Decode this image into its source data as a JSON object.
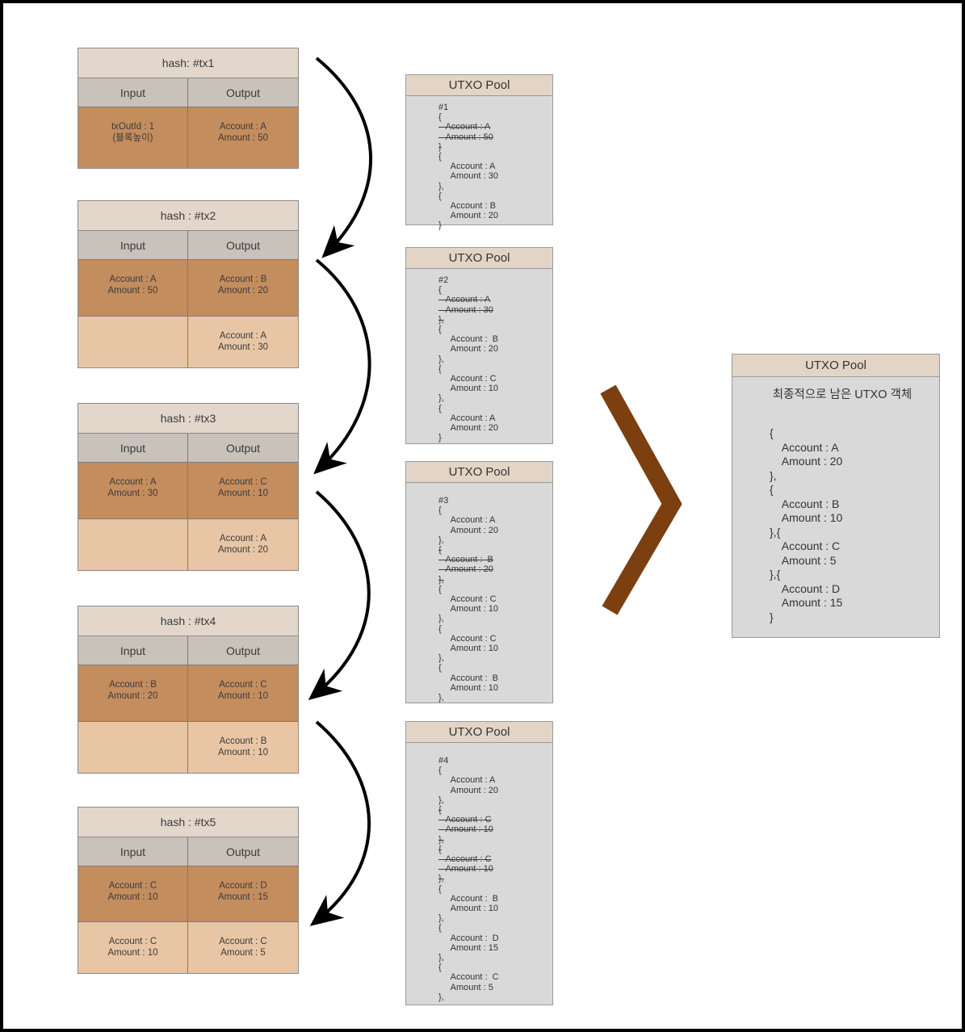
{
  "diagram": {
    "title": "UTXO transaction flow",
    "colors": {
      "tx_header": "#E3D7CB",
      "tx_colhead": "#C9C2BA",
      "tx_row_dark": "#C48D5E",
      "tx_row_light": "#E8C6A5",
      "pool_header": "#E3D5C6",
      "pool_body": "#D9D9D9",
      "chevron": "#7B3F10",
      "arrow": "#000000",
      "canvas_border": "#000000"
    }
  },
  "transactions": [
    {
      "hash": "hash: #tx1",
      "col_input": "Input",
      "col_output": "Output",
      "rows": [
        {
          "tone": "dark",
          "input": [
            "txOutId : 1",
            "(블록높이)"
          ],
          "output": [
            "Account : A",
            "Amount : 50"
          ]
        }
      ]
    },
    {
      "hash": "hash : #tx2",
      "col_input": "Input",
      "col_output": "Output",
      "rows": [
        {
          "tone": "dark",
          "input": [
            "Account : A",
            "Amount : 50"
          ],
          "output": [
            "Account : B",
            "Amount : 20"
          ]
        },
        {
          "tone": "light",
          "input": [],
          "output": [
            "Account : A",
            "Amount : 30"
          ]
        }
      ]
    },
    {
      "hash": "hash : #tx3",
      "col_input": "Input",
      "col_output": "Output",
      "rows": [
        {
          "tone": "dark",
          "input": [
            "Account : A",
            "Amount : 30"
          ],
          "output": [
            "Account : C",
            "Amount : 10"
          ]
        },
        {
          "tone": "light",
          "input": [],
          "output": [
            "Account : A",
            "Amount : 20"
          ]
        }
      ]
    },
    {
      "hash": "hash : #tx4",
      "col_input": "Input",
      "col_output": "Output",
      "rows": [
        {
          "tone": "dark",
          "input": [
            "Account : B",
            "Amount : 20"
          ],
          "output": [
            "Account : C",
            "Amount : 10"
          ]
        },
        {
          "tone": "light",
          "input": [],
          "output": [
            "Account : B",
            "Amount : 10"
          ]
        }
      ]
    },
    {
      "hash": "hash : #tx5",
      "col_input": "Input",
      "col_output": "Output",
      "rows": [
        {
          "tone": "dark",
          "input": [
            "Account : C",
            "Amount : 10"
          ],
          "output": [
            "Account : D",
            "Amount : 15"
          ]
        },
        {
          "tone": "light",
          "input": [
            "Account : C",
            "Amount : 10"
          ],
          "output": [
            "Account : C",
            "Amount : 5"
          ]
        }
      ]
    }
  ],
  "pools": [
    {
      "header": "UTXO Pool",
      "lines": [
        {
          "text": "#1",
          "struck": false
        },
        {
          "text": "{",
          "struck": false
        },
        {
          "text": "   Account : A",
          "struck": true
        },
        {
          "text": "   Amount : 50",
          "struck": true
        },
        {
          "text": "}",
          "struck": true
        },
        {
          "text": "{",
          "struck": false
        },
        {
          "text": "     Account : A",
          "struck": false
        },
        {
          "text": "     Amount : 30",
          "struck": false
        },
        {
          "text": "},",
          "struck": false
        },
        {
          "text": "{",
          "struck": false
        },
        {
          "text": "     Account : B",
          "struck": false
        },
        {
          "text": "     Amount : 20",
          "struck": false
        },
        {
          "text": "}",
          "struck": false
        }
      ]
    },
    {
      "header": "UTXO Pool",
      "lines": [
        {
          "text": "#2",
          "struck": false
        },
        {
          "text": "{",
          "struck": false
        },
        {
          "text": "   Account : A",
          "struck": true
        },
        {
          "text": "   Amount : 30",
          "struck": true
        },
        {
          "text": "},",
          "struck": true
        },
        {
          "text": "{",
          "struck": false
        },
        {
          "text": "     Account :  B",
          "struck": false
        },
        {
          "text": "     Amount : 20",
          "struck": false
        },
        {
          "text": "},",
          "struck": false
        },
        {
          "text": "{",
          "struck": false
        },
        {
          "text": "     Account : C",
          "struck": false
        },
        {
          "text": "     Amount : 10",
          "struck": false
        },
        {
          "text": "},",
          "struck": false
        },
        {
          "text": "{",
          "struck": false
        },
        {
          "text": "     Account : A",
          "struck": false
        },
        {
          "text": "     Amount : 20",
          "struck": false
        },
        {
          "text": "}",
          "struck": false
        }
      ]
    },
    {
      "header": "UTXO Pool",
      "lines": [
        {
          "text": "#3",
          "struck": false
        },
        {
          "text": "{",
          "struck": false
        },
        {
          "text": "     Account : A",
          "struck": false
        },
        {
          "text": "     Amount : 20",
          "struck": false
        },
        {
          "text": "},",
          "struck": false
        },
        {
          "text": "{",
          "struck": true
        },
        {
          "text": "   Account :  B",
          "struck": true
        },
        {
          "text": "   Amount : 20",
          "struck": true
        },
        {
          "text": "},",
          "struck": true
        },
        {
          "text": "{",
          "struck": false
        },
        {
          "text": "     Account : C",
          "struck": false
        },
        {
          "text": "     Amount : 10",
          "struck": false
        },
        {
          "text": "},",
          "struck": false
        },
        {
          "text": "{",
          "struck": false
        },
        {
          "text": "     Account : C",
          "struck": false
        },
        {
          "text": "     Amount : 10",
          "struck": false
        },
        {
          "text": "},",
          "struck": false
        },
        {
          "text": "{",
          "struck": false
        },
        {
          "text": "     Account :  B",
          "struck": false
        },
        {
          "text": "     Amount : 10",
          "struck": false
        },
        {
          "text": "},",
          "struck": false
        }
      ]
    },
    {
      "header": "UTXO Pool",
      "lines": [
        {
          "text": "#4",
          "struck": false
        },
        {
          "text": "{",
          "struck": false
        },
        {
          "text": "     Account : A",
          "struck": false
        },
        {
          "text": "     Amount : 20",
          "struck": false
        },
        {
          "text": "},",
          "struck": false
        },
        {
          "text": "{",
          "struck": true
        },
        {
          "text": "   Account : C",
          "struck": true
        },
        {
          "text": "   Amount : 10",
          "struck": true
        },
        {
          "text": "},",
          "struck": true
        },
        {
          "text": "{",
          "struck": true
        },
        {
          "text": "   Account : C",
          "struck": true
        },
        {
          "text": "   Amount : 10",
          "struck": true
        },
        {
          "text": "},",
          "struck": true
        },
        {
          "text": "{",
          "struck": false
        },
        {
          "text": "     Account :  B",
          "struck": false
        },
        {
          "text": "     Amount : 10",
          "struck": false
        },
        {
          "text": "},",
          "struck": false
        },
        {
          "text": "{",
          "struck": false
        },
        {
          "text": "     Account :  D",
          "struck": false
        },
        {
          "text": "     Amount : 15",
          "struck": false
        },
        {
          "text": "},",
          "struck": false
        },
        {
          "text": "{",
          "struck": false
        },
        {
          "text": "     Account :  C",
          "struck": false
        },
        {
          "text": "     Amount : 5",
          "struck": false
        },
        {
          "text": "},",
          "struck": false
        }
      ]
    }
  ],
  "final_pool": {
    "header": "UTXO Pool",
    "caption": "최종적으로 남은 UTXO 객체",
    "lines": [
      {
        "text": "{",
        "struck": false
      },
      {
        "text": "    Account : A",
        "struck": false
      },
      {
        "text": "    Amount : 20",
        "struck": false
      },
      {
        "text": "},",
        "struck": false
      },
      {
        "text": "{",
        "struck": false
      },
      {
        "text": "    Account : B",
        "struck": false
      },
      {
        "text": "    Amount : 10",
        "struck": false
      },
      {
        "text": "},{",
        "struck": false
      },
      {
        "text": "    Account : C",
        "struck": false
      },
      {
        "text": "    Amount : 5",
        "struck": false
      },
      {
        "text": "},{",
        "struck": false
      },
      {
        "text": "    Account : D",
        "struck": false
      },
      {
        "text": "    Amount : 15",
        "struck": false
      },
      {
        "text": "}",
        "struck": false
      }
    ]
  }
}
